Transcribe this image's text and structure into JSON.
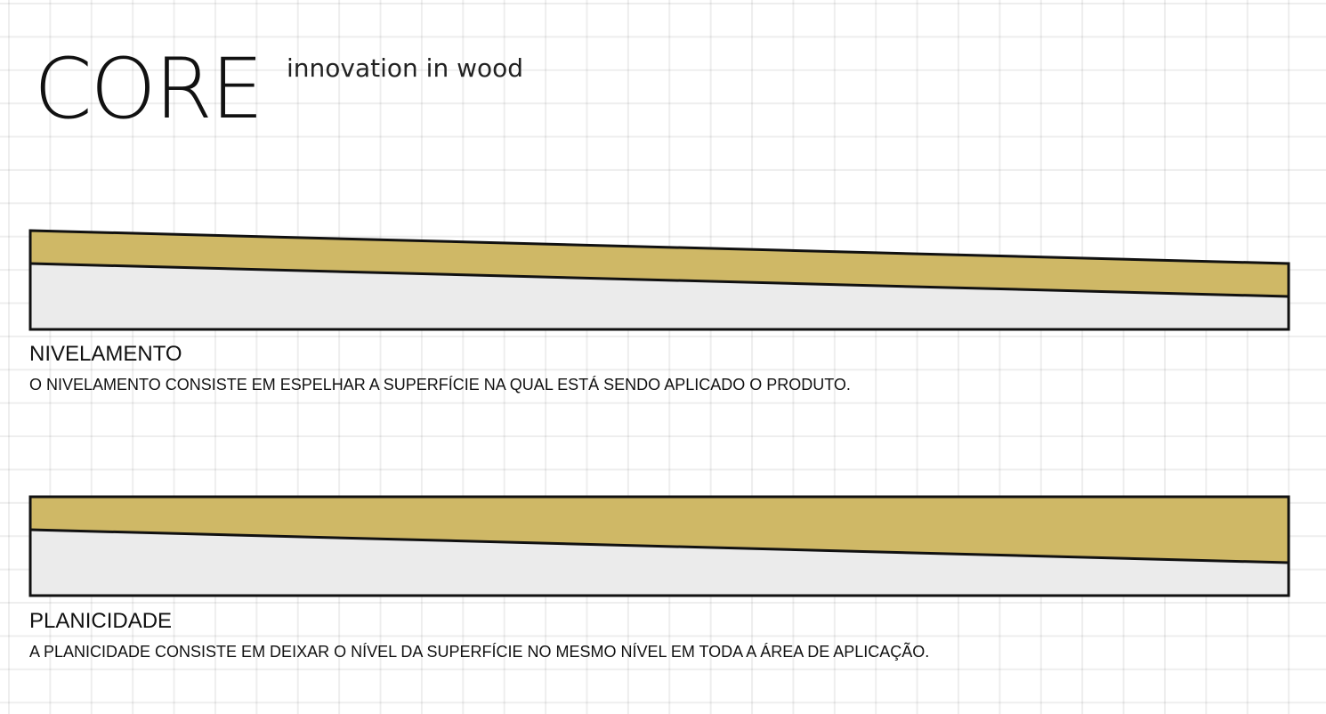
{
  "brand": {
    "name": "CORE",
    "tagline": "innovation in wood"
  },
  "colors": {
    "wood": "#cfb866",
    "base": "#ebebeb",
    "outline": "#111111"
  },
  "sections": [
    {
      "title": "NIVELAMENTO",
      "description": "O NIVELAMENTO CONSISTE EM ESPELHAR A SUPERFÍCIE NA QUAL ESTÁ SENDO APLICADO O PRODUTO."
    },
    {
      "title": "PLANICIDADE",
      "description": "A PLANICIDADE CONSISTE EM DEIXAR O NÍVEL DA SUPERFÍCIE NO MESMO NÍVEL EM TODA A ÁREA DE APLICAÇÃO."
    }
  ]
}
